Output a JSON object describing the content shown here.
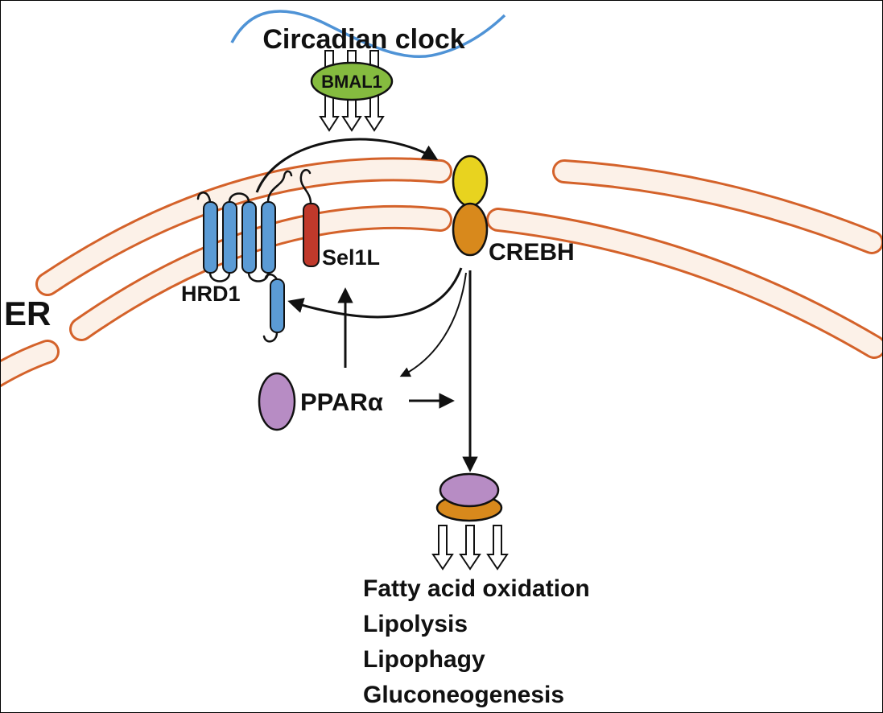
{
  "labels": {
    "circadian_clock": "Circadian clock",
    "bmal1": "BMAL1",
    "er": "ER",
    "hrd1": "HRD1",
    "sel1l": "Sel1L",
    "crebh": "CREBH",
    "ppar_alpha": "PPARα"
  },
  "outputs": [
    "Fatty acid oxidation",
    "Lipolysis",
    "Lipophagy",
    "Gluconeogenesis"
  ],
  "colors": {
    "wave_blue": "#4f93d6",
    "bmal1_green": "#85bb3f",
    "helix_blue": "#5b9bd5",
    "sel1l_red": "#c0392b",
    "crebh_yellow": "#e8d31f",
    "crebh_orange": "#d8891c",
    "ppar_purple": "#b78cc4",
    "complex_purple": "#b78cc4",
    "complex_orange": "#d8891c",
    "membrane_stroke": "#d4622a",
    "membrane_fill": "#fcf1e8"
  }
}
